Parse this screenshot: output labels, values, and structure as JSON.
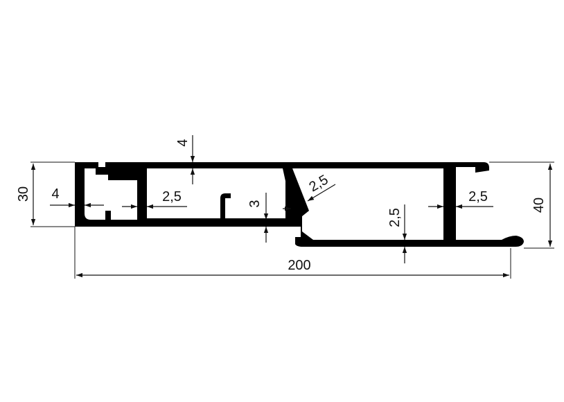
{
  "colors": {
    "profile": "#000000",
    "background": "#ffffff",
    "line": "#111111"
  },
  "dimensions": {
    "top_wall": "4",
    "left_height": "30",
    "left_wall": "4",
    "inner_wall_1": "2,5",
    "middle_step": "3",
    "diagonal_wall": "2,5",
    "bottom_wall": "2,5",
    "right_wall": "2,5",
    "total_height": "40",
    "total_width": "200"
  }
}
